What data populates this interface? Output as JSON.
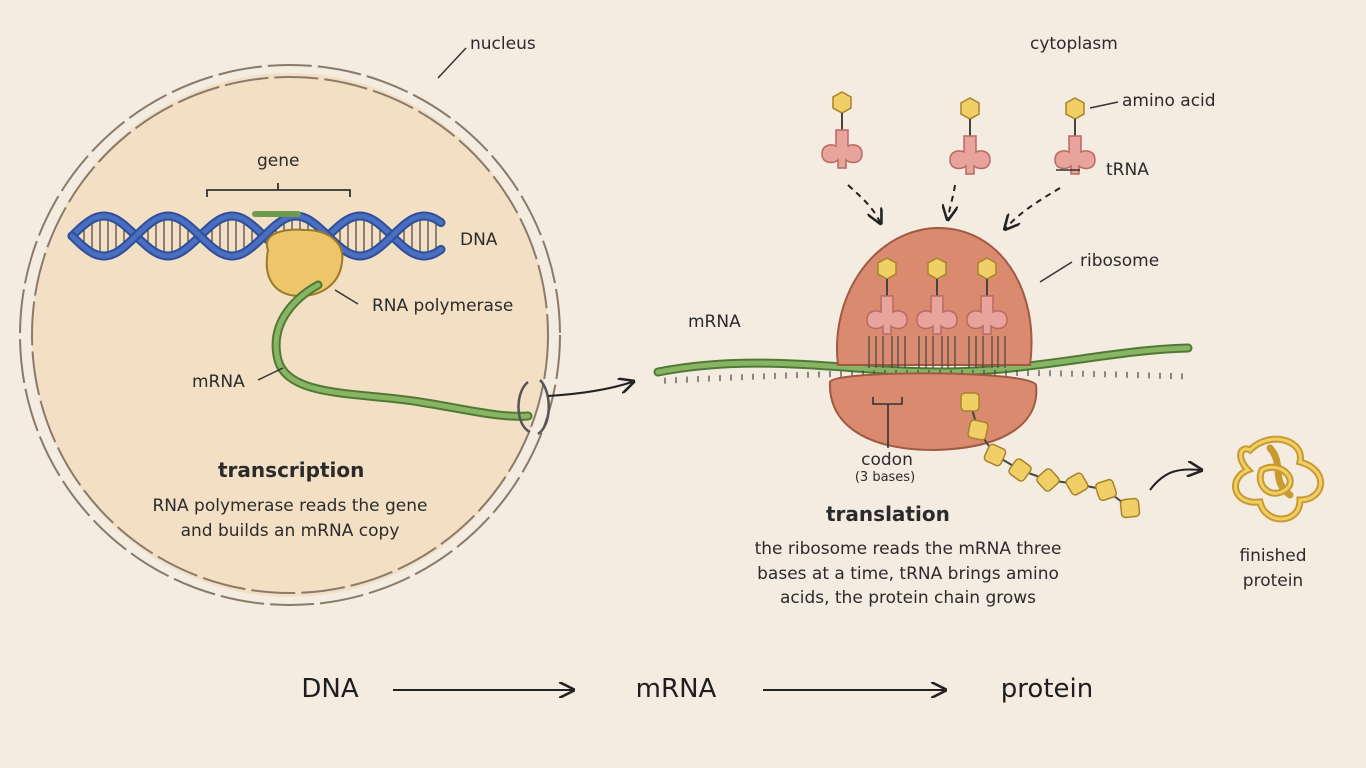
{
  "labels": {
    "nucleus": "nucleus",
    "cytoplasm": "cytoplasm",
    "gene": "gene",
    "dna": "DNA",
    "rna_polymerase": "RNA polymerase",
    "mrna_nucleus": "mRNA",
    "mrna_cytoplasm": "mRNA",
    "amino_acid": "amino acid",
    "trna": "tRNA",
    "ribosome": "ribosome",
    "codon": "codon",
    "codon_note": "(3 bases)",
    "finished_protein": "finished protein"
  },
  "transcription": {
    "title": "transcription",
    "description": "RNA polymerase reads the gene and builds an mRNA copy"
  },
  "translation": {
    "title": "translation",
    "description": "the ribosome reads the mRNA three bases at a time, tRNA brings amino acids, the protein chain grows"
  },
  "flow": {
    "dna": "DNA",
    "mrna": "mRNA",
    "protein": "protein"
  },
  "colors": {
    "background": "#f4ebe1",
    "nucleus_fill": "#f3dfc4",
    "dna": "#4a6fc0",
    "mrna": "#6f9a4e",
    "polymerase": "#eec56a",
    "ribosome": "#d98a6f",
    "trna": "#e8a39c",
    "amino_acid": "#f0cf67"
  }
}
